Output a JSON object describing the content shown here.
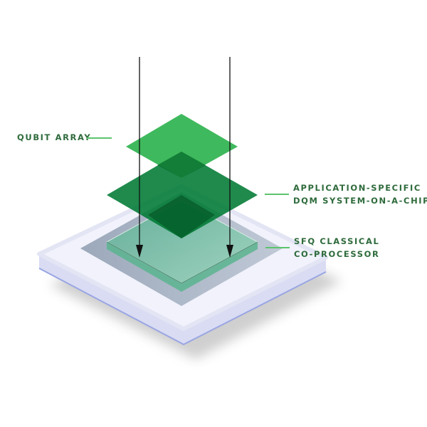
{
  "labels": {
    "qubit_array": "QUBIT ARRAY",
    "dqm_line1": "APPLICATION-SPECIFIC",
    "dqm_line2": "DQM SYSTEM-ON-A-CHIP",
    "sfq_line1": "SFQ CLASSICAL",
    "sfq_line2": "CO-PROCESSOR"
  },
  "colors": {
    "qubit_layer": "#2fb34f",
    "dqm_layer": "#007a33",
    "sfq_layer": "#6cc4a0",
    "base": "#f1f2fb",
    "label_text": "#2f6b3c"
  }
}
